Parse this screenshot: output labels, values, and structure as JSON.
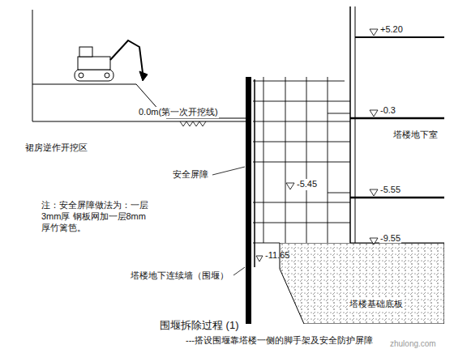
{
  "diagram": {
    "caption": "围堰拆除过程 (1)",
    "nodes": [
      {
        "text": [
          "塔楼基础底板"
        ]
      }
    ],
    "labels": [
      "0.0m(第一次开挖线)",
      "裙房逆作开挖区",
      "注：安全屏障做法为：一层3mm厚 钢板网加一层8mm厚竹篱笆。",
      "安全屏障",
      "塔楼地下连续墙（围堰）",
      "+5.20",
      "-0.3",
      "塔楼地下室",
      "-5.45",
      "-5.55",
      "-9.55",
      "-11.65",
      "---搭设围堰靠塔楼一侧的脚手架及安全防护屏障",
      "zhulong.com"
    ]
  }
}
